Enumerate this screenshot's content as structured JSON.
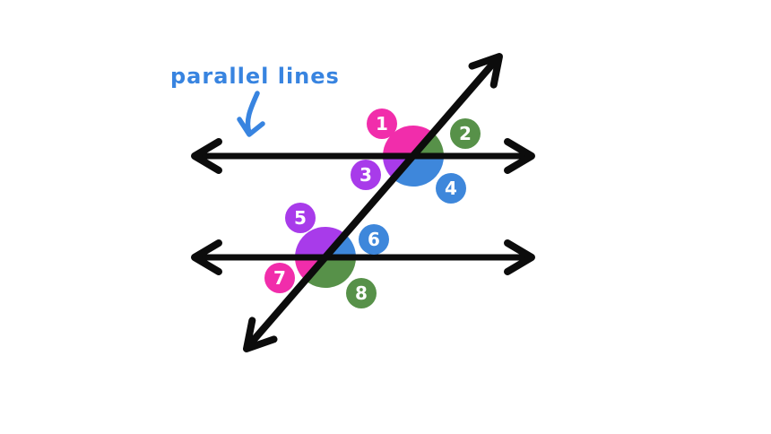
{
  "title": {
    "text": "parallel lines"
  },
  "colors": {
    "background": "#ffffff",
    "line": "#0c0c0c",
    "pink": "#f12dab",
    "green": "#579149",
    "purple": "#a83bea",
    "blue": "#3e87db",
    "annotation_blue": "#3884e0",
    "badge_text": "#ffffff"
  },
  "diagram": {
    "type": "parallel-lines-cut-by-transversal",
    "angle_badges": [
      {
        "label": "1",
        "color": "pink",
        "position": "upper-intersection-top-left"
      },
      {
        "label": "2",
        "color": "green",
        "position": "upper-intersection-top-right"
      },
      {
        "label": "3",
        "color": "purple",
        "position": "upper-intersection-bottom-left"
      },
      {
        "label": "4",
        "color": "blue",
        "position": "upper-intersection-bottom-right"
      },
      {
        "label": "5",
        "color": "purple",
        "position": "lower-intersection-top-left"
      },
      {
        "label": "6",
        "color": "blue",
        "position": "lower-intersection-top-right"
      },
      {
        "label": "7",
        "color": "pink",
        "position": "lower-intersection-bottom-left"
      },
      {
        "label": "8",
        "color": "green",
        "position": "lower-intersection-bottom-right"
      }
    ]
  }
}
